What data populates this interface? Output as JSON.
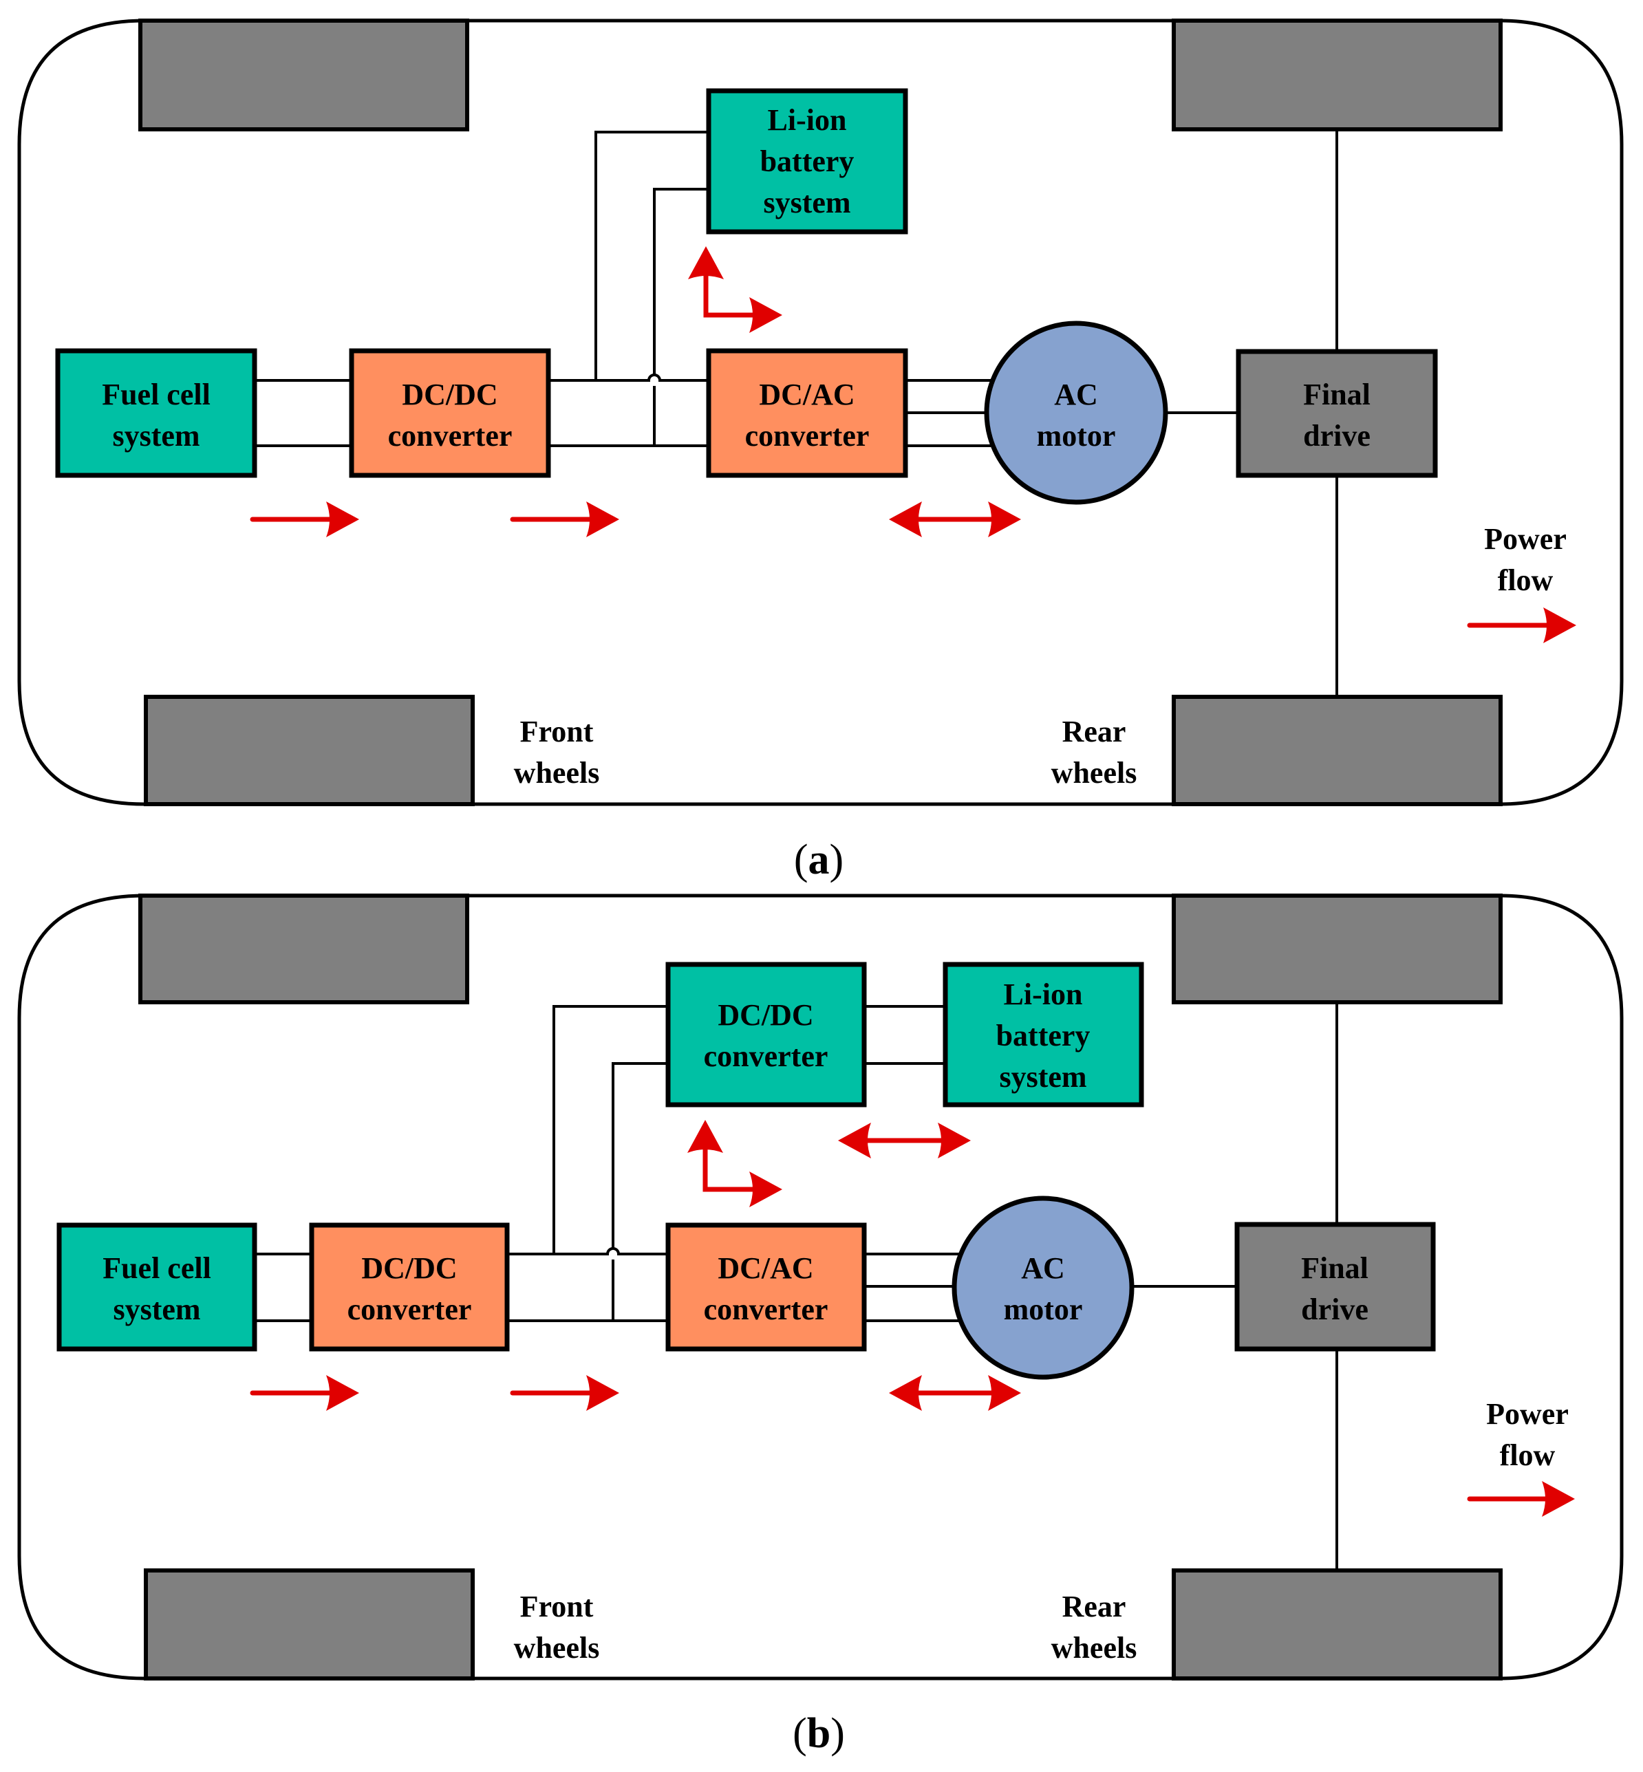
{
  "figure": {
    "colors": {
      "fuel_cell": "#00c0a4",
      "battery": "#00c0a4",
      "dcdc_battery": "#00c0a4",
      "converter": "#ff8f5f",
      "motor": "#86a2cf",
      "final_drive": "#808080",
      "wheel": "#808080",
      "power_arrow": "#e00000",
      "stroke": "#000000"
    },
    "panels": [
      {
        "id": "a",
        "caption_open": "(",
        "caption_letter": "a",
        "caption_close": ")",
        "blocks": {
          "fuel_cell": [
            "Fuel cell",
            "system"
          ],
          "main_dcdc": [
            "DC/DC",
            "converter"
          ],
          "battery": [
            "Li-ion",
            "battery",
            "system"
          ],
          "dcac": [
            "DC/AC",
            "converter"
          ],
          "motor": [
            "AC",
            "motor"
          ],
          "final_drive": [
            "Final",
            "drive"
          ]
        },
        "labels": {
          "front_wheels": [
            "Front",
            "wheels"
          ],
          "rear_wheels": [
            "Rear",
            "wheels"
          ],
          "power_flow": [
            "Power",
            "flow"
          ]
        },
        "power_flows": [
          {
            "from": "fuel_cell",
            "to": "main_dcdc",
            "direction": "unidirectional"
          },
          {
            "from": "main_dcdc",
            "to": "dcac",
            "direction": "unidirectional"
          },
          {
            "from": "bus",
            "to": "battery",
            "direction": "branch"
          },
          {
            "from": "dcac",
            "to": "motor",
            "direction": "bidirectional"
          }
        ]
      },
      {
        "id": "b",
        "caption_open": "(",
        "caption_letter": "b",
        "caption_close": ")",
        "blocks": {
          "fuel_cell": [
            "Fuel cell",
            "system"
          ],
          "main_dcdc": [
            "DC/DC",
            "converter"
          ],
          "battery_dcdc": [
            "DC/DC",
            "converter"
          ],
          "battery": [
            "Li-ion",
            "battery",
            "system"
          ],
          "dcac": [
            "DC/AC",
            "converter"
          ],
          "motor": [
            "AC",
            "motor"
          ],
          "final_drive": [
            "Final",
            "drive"
          ]
        },
        "labels": {
          "front_wheels": [
            "Front",
            "wheels"
          ],
          "rear_wheels": [
            "Rear",
            "wheels"
          ],
          "power_flow": [
            "Power",
            "flow"
          ]
        },
        "power_flows": [
          {
            "from": "fuel_cell",
            "to": "main_dcdc",
            "direction": "unidirectional"
          },
          {
            "from": "main_dcdc",
            "to": "dcac",
            "direction": "unidirectional"
          },
          {
            "from": "bus",
            "to": "battery_dcdc",
            "direction": "branch"
          },
          {
            "from": "battery_dcdc",
            "to": "battery",
            "direction": "bidirectional"
          },
          {
            "from": "dcac",
            "to": "motor",
            "direction": "bidirectional"
          }
        ]
      }
    ]
  }
}
